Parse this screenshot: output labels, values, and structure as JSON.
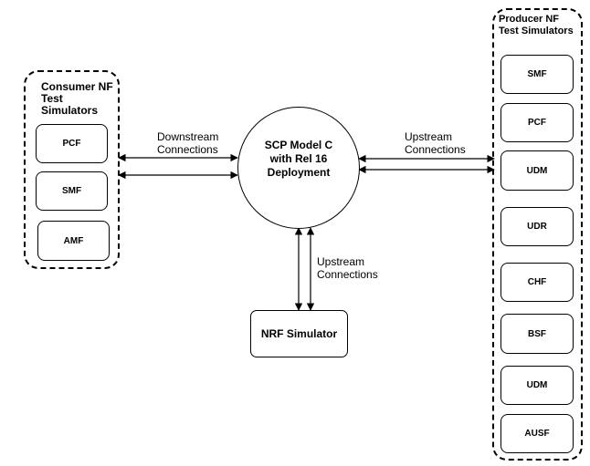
{
  "consumer": {
    "title_lines": [
      "Consumer NF",
      "Test",
      "Simulators"
    ],
    "items": [
      "PCF",
      "SMF",
      "AMF"
    ]
  },
  "producer": {
    "title_lines": [
      "Producer NF",
      "Test Simulators"
    ],
    "items": [
      "SMF",
      "PCF",
      "UDM",
      "UDR",
      "CHF",
      "BSF",
      "UDM",
      "AUSF"
    ]
  },
  "scp": {
    "lines": [
      "SCP Model C",
      "with Rel 16",
      "Deployment"
    ]
  },
  "nrf": {
    "label": "NRF Simulator"
  },
  "connections": {
    "downstream": [
      "Downstream",
      "Connections"
    ],
    "upstream_producer": [
      "Upstream",
      "Connections"
    ],
    "upstream_nrf": [
      "Upstream",
      "Connections"
    ]
  }
}
